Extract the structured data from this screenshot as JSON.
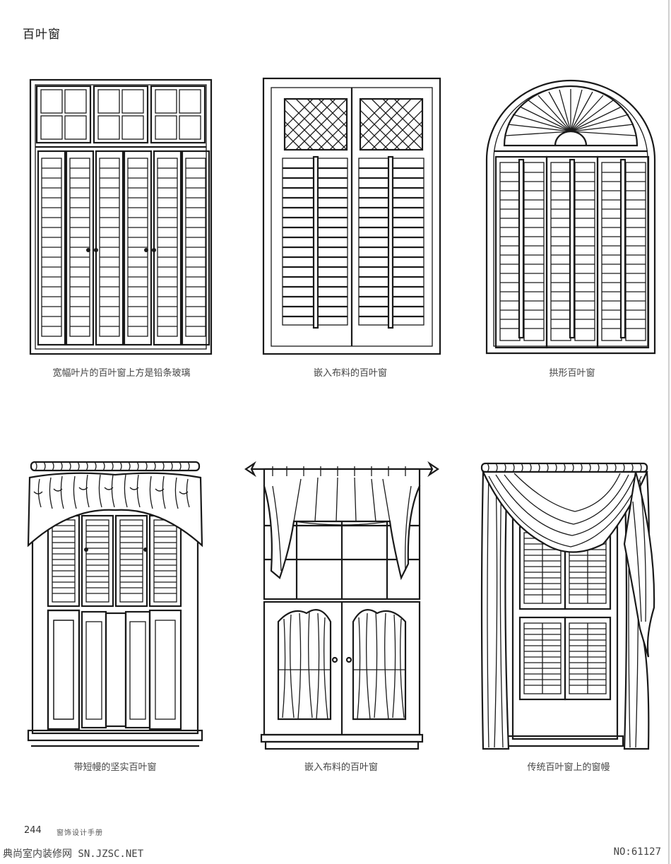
{
  "page": {
    "title": "百叶窗",
    "page_number": "244",
    "book_title": "窗饰设计手册",
    "watermark_left": "典尚室内装修网 SN.JZSC.NET",
    "watermark_right": "NO:61127"
  },
  "illustrations": [
    {
      "caption": "宽幅叶片的百叶窗上方是铅条玻璃"
    },
    {
      "caption": "嵌入布料的百叶窗"
    },
    {
      "caption": "拱形百叶窗"
    },
    {
      "caption": "带短幔的坚实百叶窗"
    },
    {
      "caption": "嵌入布料的百叶窗"
    },
    {
      "caption": "传统百叶窗上的窗幔"
    }
  ]
}
